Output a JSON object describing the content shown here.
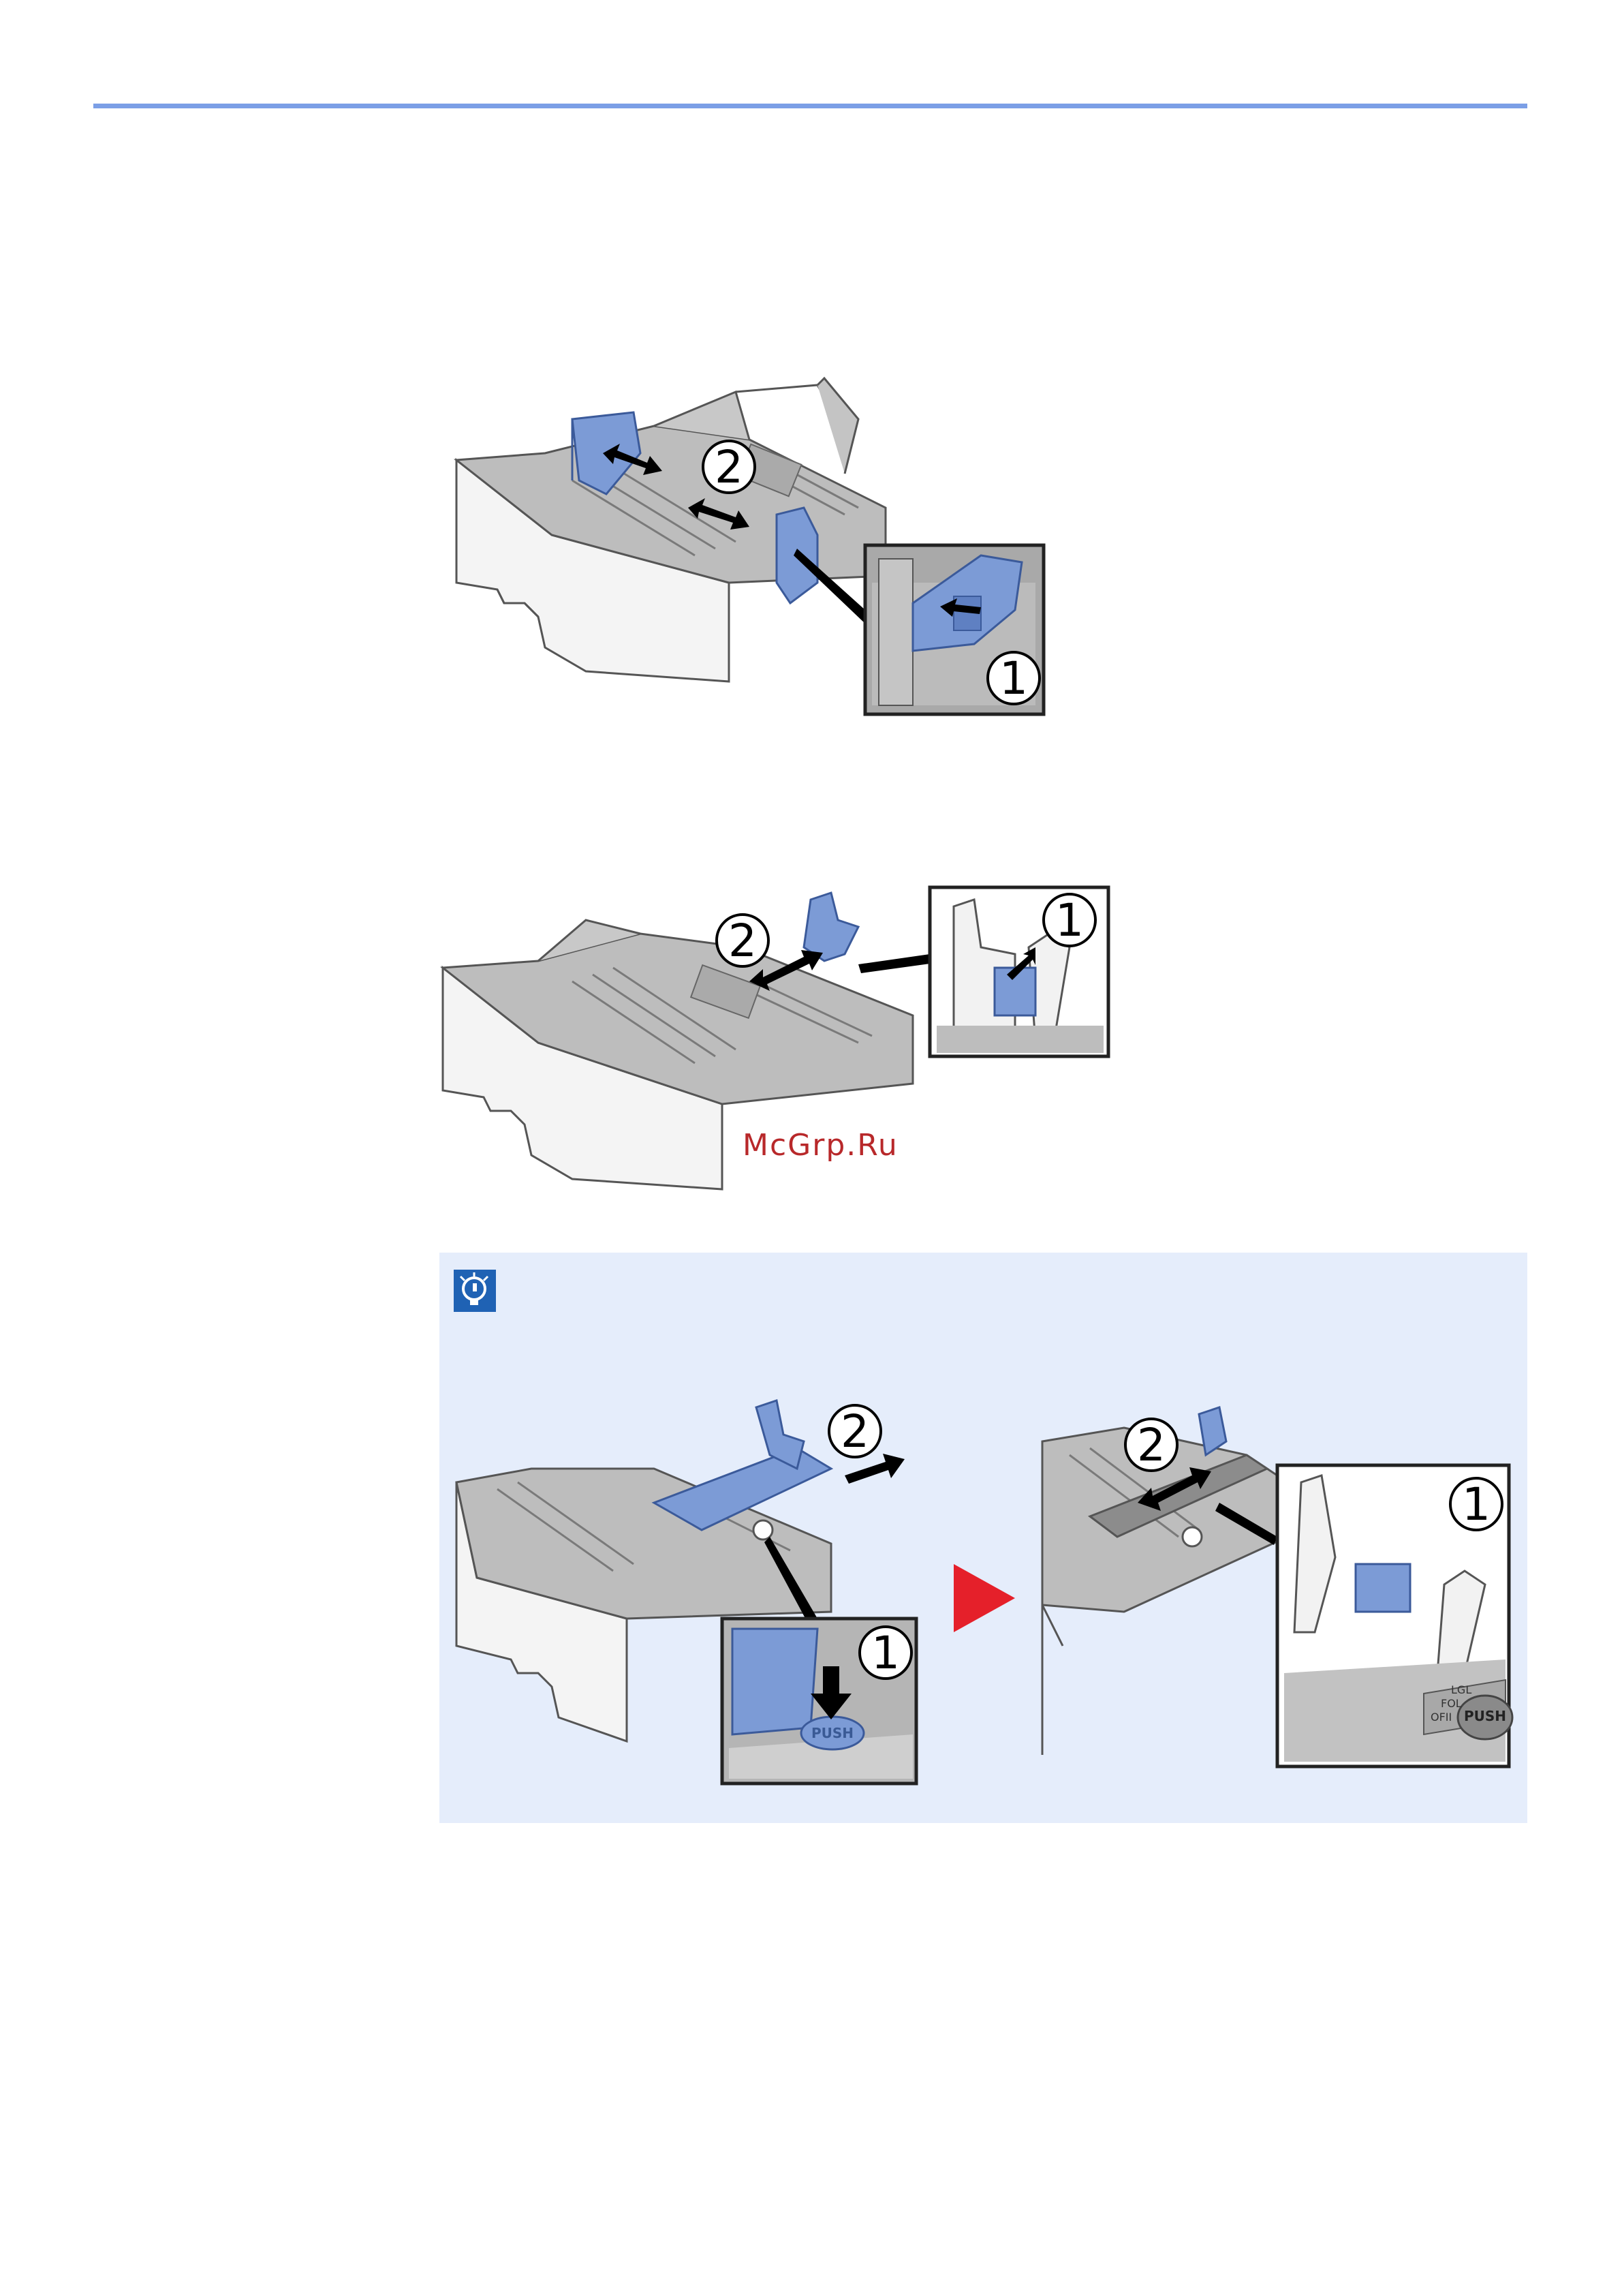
{
  "figures": {
    "width_guide": {
      "step1_label": "1",
      "step2_label": "2"
    },
    "length_guide": {
      "step1_label": "1",
      "step2_label": "2"
    },
    "note": {
      "icon": "hint-bulb-icon",
      "before": {
        "step1_label": "1",
        "step2_label": "2",
        "push_label": "PUSH"
      },
      "after": {
        "step1_label": "1",
        "step2_label": "2",
        "push_label": "PUSH",
        "size_marks": [
          "LGL",
          "FOL",
          "OFII"
        ]
      },
      "arrow_icon": "play-arrow-icon"
    }
  },
  "watermark": "McGrp.Ru",
  "colors": {
    "rule": "#7b9fe6",
    "note_bg": "#e5edfb",
    "guide_blue": "#7c9bd6",
    "play_arrow": "#e5202a",
    "icon_bg": "#1f62b4"
  }
}
